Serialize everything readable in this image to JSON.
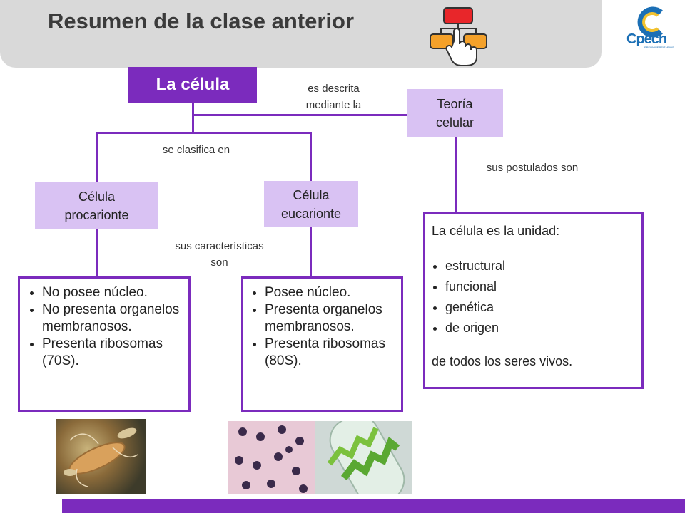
{
  "header": {
    "title": "Resumen de la clase anterior"
  },
  "logo": {
    "text": "Cpech",
    "subtext": "PREUNIVERSITARIOS"
  },
  "nodes": {
    "cell": "La célula",
    "theory_line1": "Teoría",
    "theory_line2": "celular",
    "prokaryote_line1": "Célula",
    "prokaryote_line2": "procarionte",
    "eukaryote_line1": "Célula",
    "eukaryote_line2": "eucarionte"
  },
  "links": {
    "described_line1": "es descrita",
    "described_line2": "mediante la",
    "classified": "se clasifica en",
    "postulates": "sus postulados son",
    "features_line1": "sus características",
    "features_line2": "son"
  },
  "prokaryote_features": [
    "No posee núcleo.",
    "No presenta organelos membranosos.",
    "Presenta ribosomas (70S)."
  ],
  "eukaryote_features": [
    "Posee núcleo.",
    "Presenta organelos membranosos.",
    "Presenta ribosomas (80S)."
  ],
  "postulates_box": {
    "intro": "La célula es la unidad:",
    "items": [
      "estructural",
      "funcional",
      "genética",
      "de origen"
    ],
    "outro": "de todos los seres vivos."
  },
  "colors": {
    "accent": "#7b2bbd",
    "node_fill": "#d9c2f3",
    "title_bar": "#d9d9d9"
  }
}
